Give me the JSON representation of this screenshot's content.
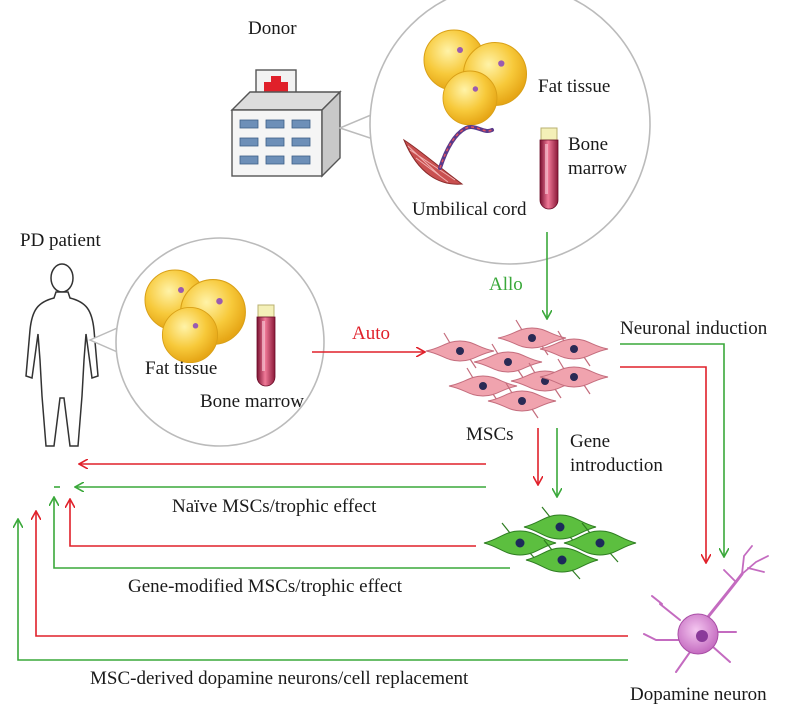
{
  "labels": {
    "donor": "Donor",
    "donor_fat": "Fat tissue",
    "bone_line1": "Bone",
    "bone_line2": "marrow",
    "umbilical": "Umbilical cord",
    "pd_patient": "PD patient",
    "patient_fat": "Fat tissue",
    "patient_bone": "Bone marrow",
    "auto": "Auto",
    "allo": "Allo",
    "mscs": "MSCs",
    "gene_line1": "Gene",
    "gene_line2": "introduction",
    "neuronal_induction": "Neuronal induction",
    "naive_effect": "Naïve MSCs/trophic effect",
    "gene_effect": "Gene-modified MSCs/trophic effect",
    "replacement": "MSC-derived dopamine neurons/cell replacement",
    "dopamine": "Dopamine neuron"
  },
  "colors": {
    "auto_arrow": "#e0202a",
    "allo_arrow": "#3aa83a",
    "msc_cell": "#f0a3ae",
    "modified_cell": "#5cbf3f",
    "neuron": "#d98bd6",
    "fat": "#f5c02a"
  },
  "icons": {
    "hospital": "hospital-icon",
    "patient": "human-figure-icon",
    "fat": "fat-cell-icon",
    "tube": "test-tube-icon",
    "cord": "umbilical-cord-icon",
    "neuron": "neuron-icon"
  }
}
